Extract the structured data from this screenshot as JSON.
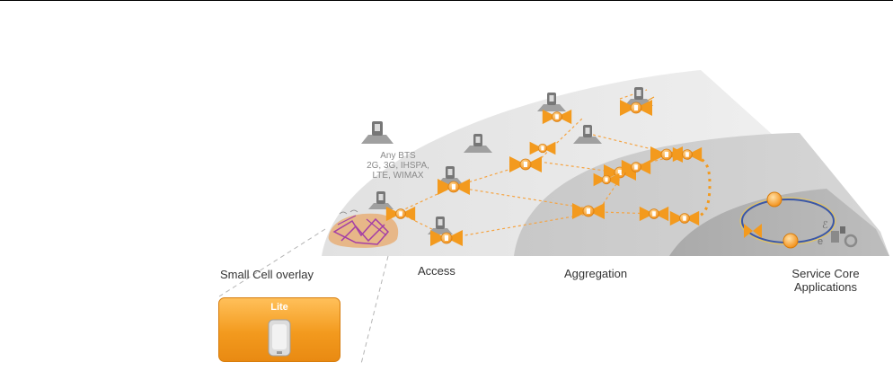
{
  "labels": {
    "small_cell": "Small  Cell overlay",
    "access": "Access",
    "aggregation": "Aggregation",
    "service_core": "Service Core",
    "applications": "Applications"
  },
  "bts": {
    "line1": "Any BTS",
    "line2": "2G, 3G, IHSPA,",
    "line3": "LTE, WIMAX"
  },
  "lite": {
    "title": "Lite"
  },
  "colors": {
    "accent_orange": "#f39a1e",
    "ring_blue": "#3b57a5",
    "small_cell_purple": "#a43fa6",
    "tower_gray": "#8f8f8f"
  }
}
